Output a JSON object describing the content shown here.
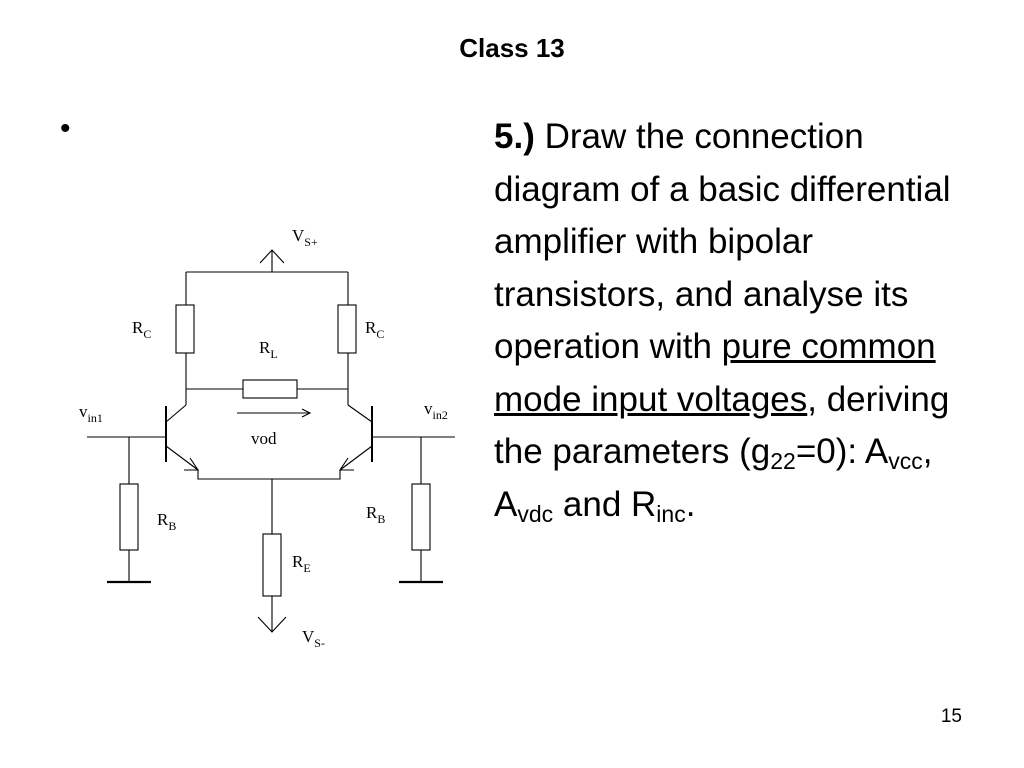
{
  "slide": {
    "title": "Class 13",
    "bullet": "•",
    "page_number": "15"
  },
  "question": {
    "number": "5.)",
    "text_a": "Draw the connection diagram of a basic differential amplifier with bipolar transistors, and analyse its operation with",
    "underlined": "pure common mode input voltages",
    "text_b": ", deriving the parameters (g",
    "g_sub": "22",
    "text_c": "=0): A",
    "a1_sub": "vcc",
    "text_d": ", A",
    "a2_sub": "vdc",
    "text_e": "and R",
    "r_sub": "inc",
    "text_f": "."
  },
  "circuit": {
    "vsp": {
      "main": "V",
      "sub": "S+"
    },
    "vsm": {
      "main": "V",
      "sub": "S-"
    },
    "rc_left": {
      "main": "R",
      "sub": "C"
    },
    "rc_right": {
      "main": "R",
      "sub": "C"
    },
    "rl": {
      "main": "R",
      "sub": "L"
    },
    "vin1": {
      "main": "v",
      "sub": "in1"
    },
    "vin2": {
      "main": "v",
      "sub": "in2"
    },
    "vod": "vod",
    "rb_left": {
      "main": "R",
      "sub": "B"
    },
    "rb_right": {
      "main": "R",
      "sub": "B"
    },
    "re": {
      "main": "R",
      "sub": "E"
    }
  }
}
